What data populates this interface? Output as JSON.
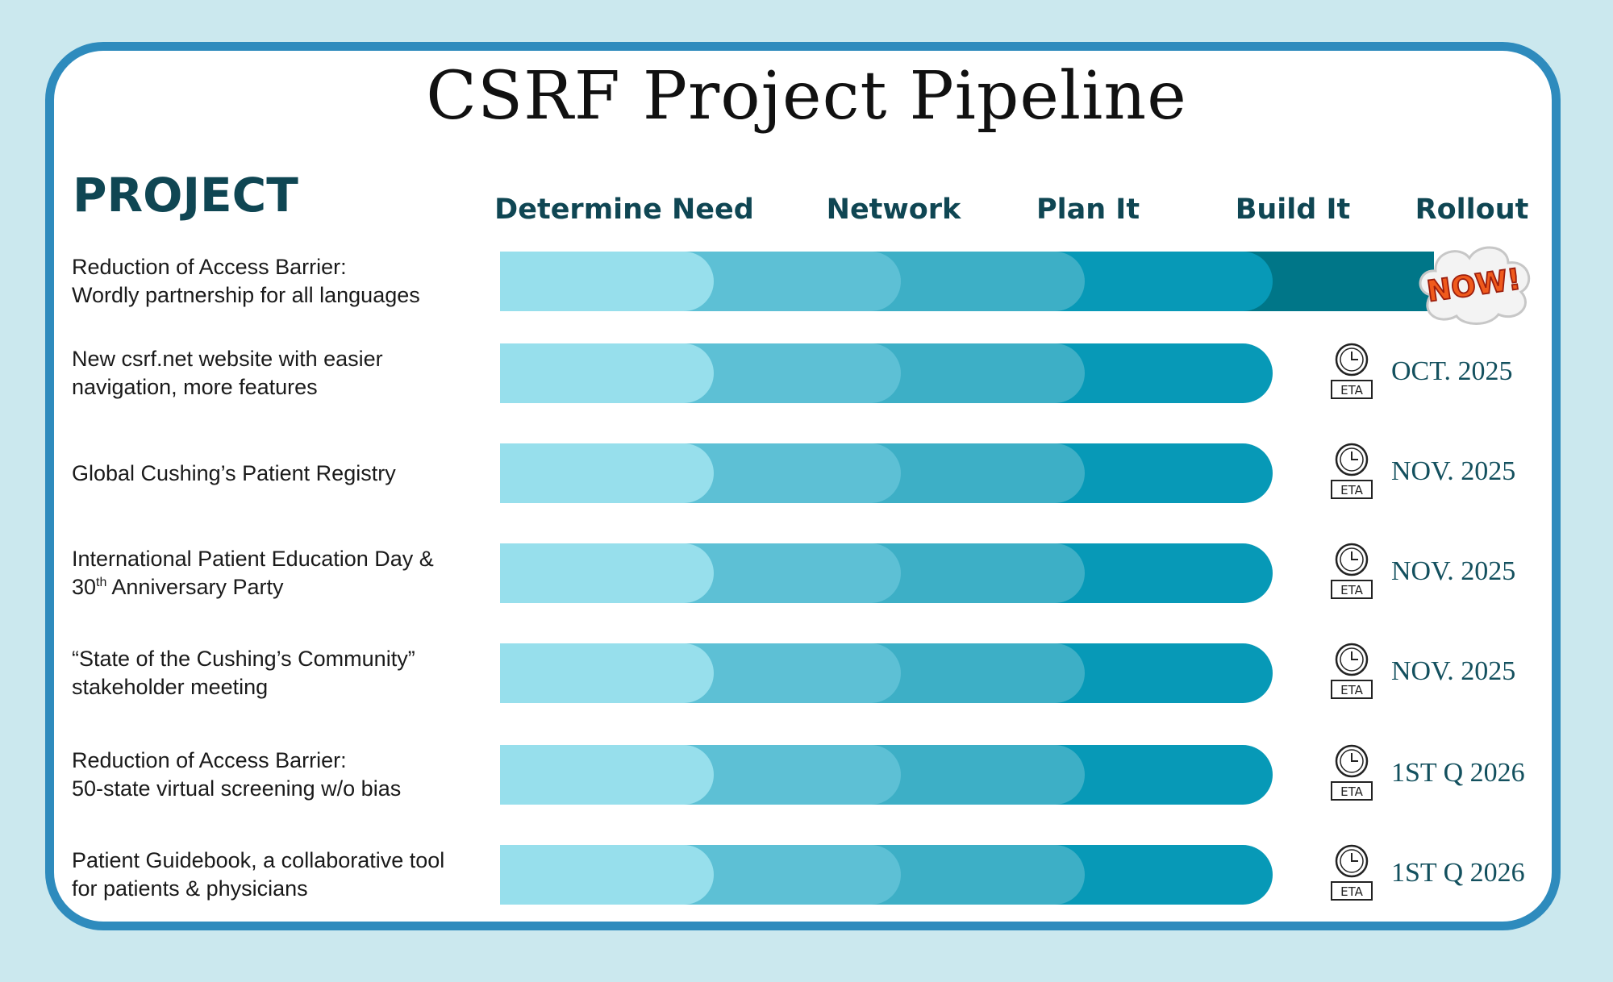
{
  "title": "CSRF Project Pipeline",
  "project_heading": "PROJECT",
  "stages": [
    "Determine Need",
    "Network",
    "Plan It",
    "Build It",
    "Rollout"
  ],
  "stage_colors": [
    "#97dfec",
    "#5dc0d5",
    "#3dafc6",
    "#0799b7",
    "#007688"
  ],
  "now_badge": "NOW!",
  "eta_icon_label": "ETA",
  "projects": [
    {
      "label_lines": [
        "Reduction of Access Barrier:",
        "Wordly partnership for all languages"
      ],
      "stages_completed": 5,
      "status": "now",
      "eta": ""
    },
    {
      "label_lines": [
        "New csrf.net website with easier",
        "navigation, more features"
      ],
      "stages_completed": 4,
      "status": "eta",
      "eta": "OCT. 2025"
    },
    {
      "label_lines": [
        "Global Cushing’s Patient Registry"
      ],
      "stages_completed": 4,
      "status": "eta",
      "eta": "NOV. 2025"
    },
    {
      "label_lines": [
        "International Patient Education Day &",
        "30th Anniversary Party"
      ],
      "stages_completed": 4,
      "status": "eta",
      "eta": "NOV. 2025"
    },
    {
      "label_lines": [
        "“State of the Cushing’s Community”",
        "stakeholder meeting"
      ],
      "stages_completed": 4,
      "status": "eta",
      "eta": "NOV. 2025"
    },
    {
      "label_lines": [
        "Reduction of Access Barrier:",
        "50-state virtual screening w/o bias"
      ],
      "stages_completed": 4,
      "status": "eta",
      "eta": "1ST Q 2026"
    },
    {
      "label_lines": [
        "Patient Guidebook, a collaborative tool",
        "for patients & physicians"
      ],
      "stages_completed": 4,
      "status": "eta",
      "eta": "1ST Q 2026"
    }
  ]
}
